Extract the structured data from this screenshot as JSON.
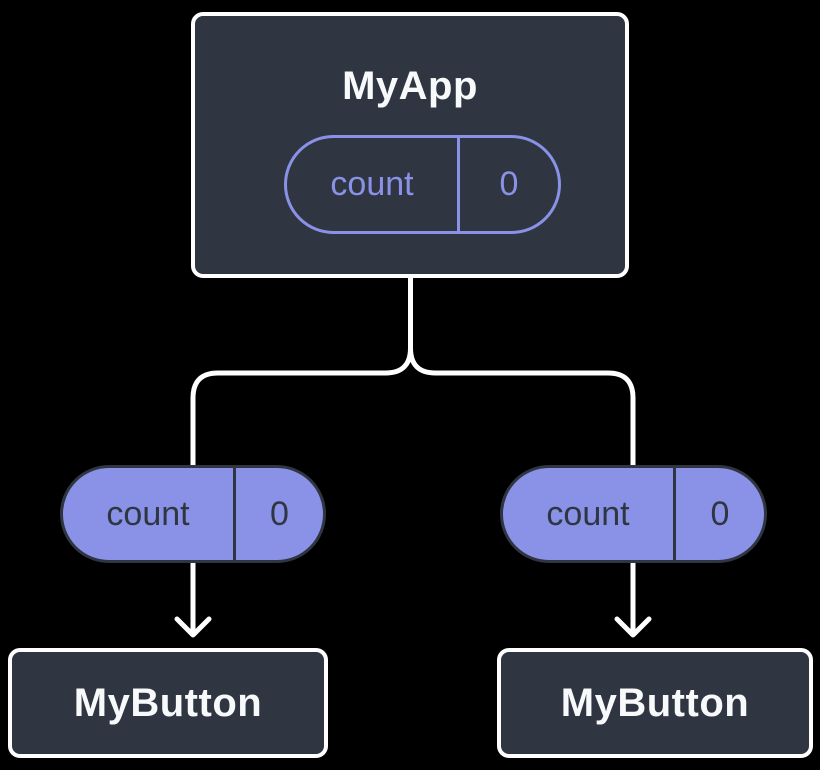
{
  "diagram": {
    "background": "#000000",
    "colors": {
      "box_fill": "#2f3641",
      "box_border": "#ffffff",
      "accent_purple": "#8a92e8",
      "connector": "#ffffff"
    },
    "root_component": {
      "title": "MyApp",
      "state": {
        "name": "count",
        "value": "0"
      }
    },
    "left_branch": {
      "prop": {
        "name": "count",
        "value": "0"
      },
      "component_title": "MyButton"
    },
    "right_branch": {
      "prop": {
        "name": "count",
        "value": "0"
      },
      "component_title": "MyButton"
    }
  }
}
